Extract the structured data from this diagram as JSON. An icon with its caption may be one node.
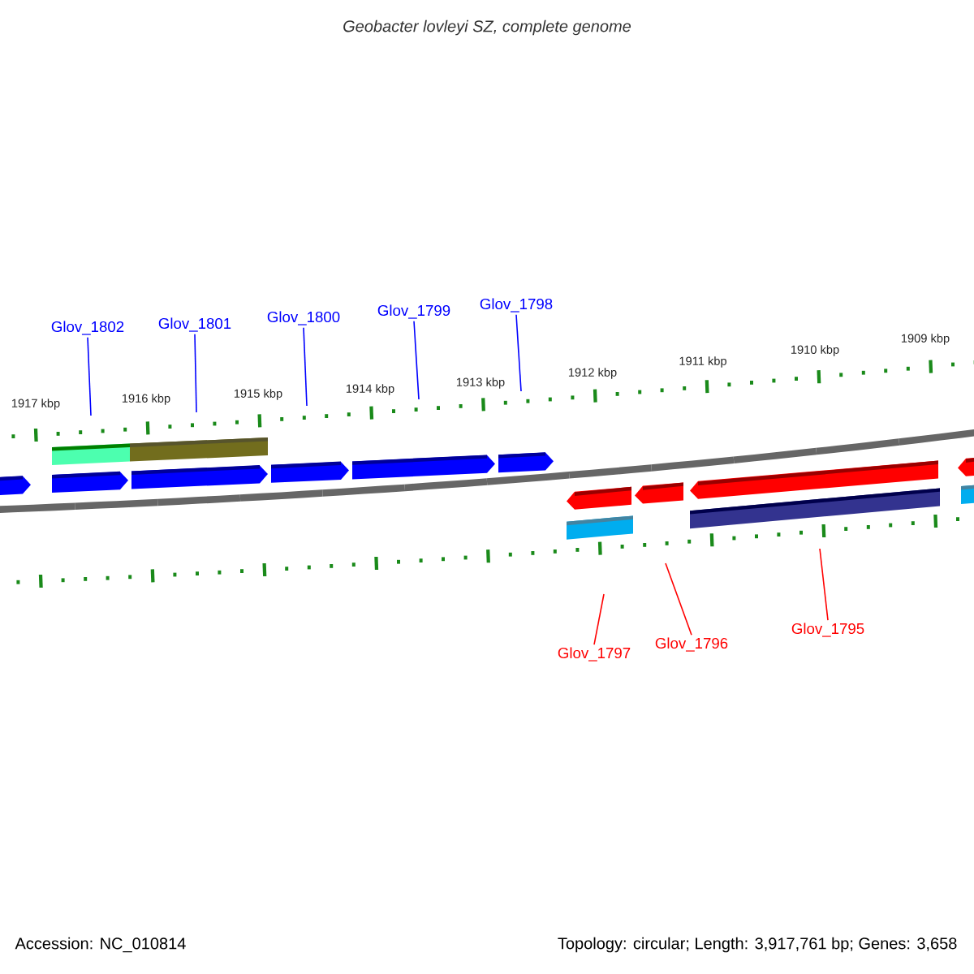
{
  "diagram": {
    "title": "Geobacter lovleyi SZ, complete genome",
    "nodes": [
      {
        "text": [
          "Glov_1802"
        ]
      },
      {
        "text": [
          "Glov_1801"
        ]
      },
      {
        "text": [
          "Glov_1800"
        ]
      },
      {
        "text": [
          "Glov_1799"
        ]
      },
      {
        "text": [
          "Glov_1798"
        ]
      },
      {
        "text": [
          "Glov_1797"
        ]
      },
      {
        "text": [
          "Glov_1796"
        ]
      },
      {
        "text": [
          "Glov_1795"
        ]
      }
    ],
    "edges": [
      {
        "from": 0,
        "to": null,
        "arrow": "none"
      },
      {
        "from": 1,
        "to": null,
        "arrow": "none"
      },
      {
        "from": 2,
        "to": null,
        "arrow": "none"
      },
      {
        "from": 3,
        "to": null,
        "arrow": "none"
      },
      {
        "from": 4,
        "to": null,
        "arrow": "none"
      },
      {
        "from": 5,
        "to": null,
        "arrow": "none",
        "color": "#ff0000"
      },
      {
        "from": 6,
        "to": null,
        "arrow": "none",
        "color": "#ff0000"
      },
      {
        "from": 7,
        "to": null,
        "arrow": "none",
        "color": "#ff0000"
      }
    ],
    "labels": [
      "1917 kbp",
      "1916 kbp",
      "1915 kbp",
      "1914 kbp",
      "1913 kbp",
      "1912 kbp",
      "1911 kbp",
      "1910 kbp",
      "1909 kbp",
      "Accession: NC_010814",
      "Topology: circular; Length: 3,917,761 bp; Genes: 3,658"
    ]
  }
}
